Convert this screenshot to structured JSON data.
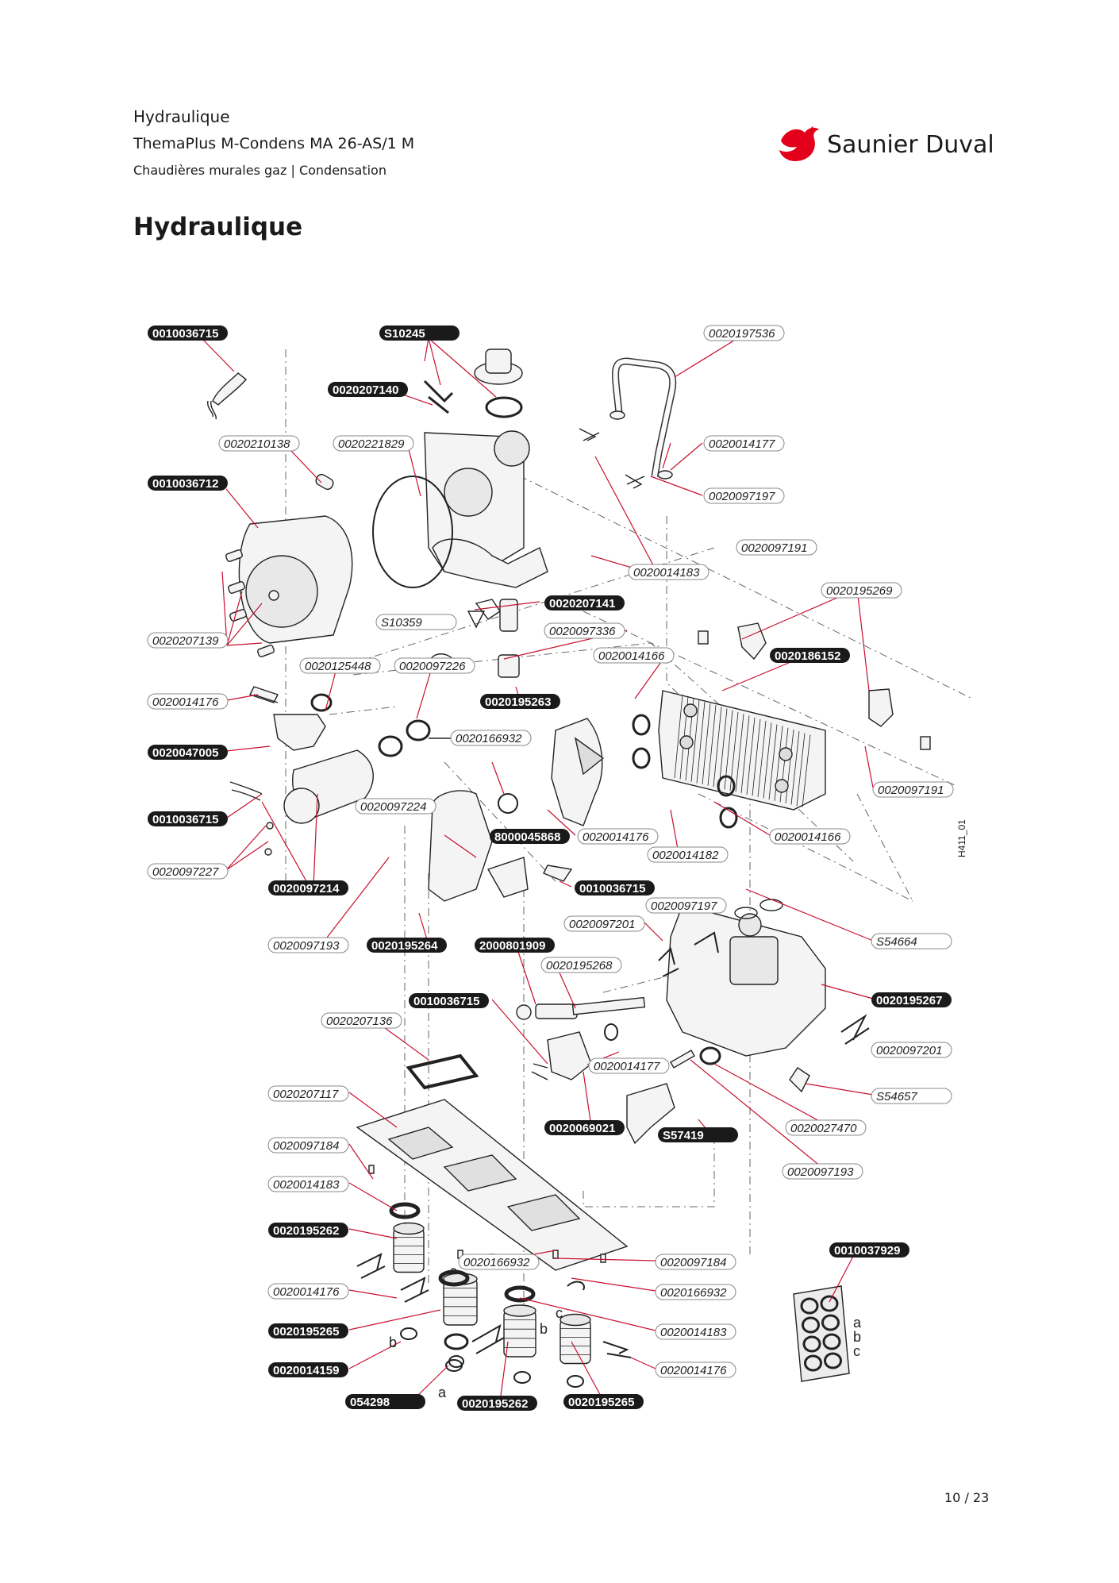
{
  "header": {
    "line1": "Hydraulique",
    "line2": "ThemaPlus M-Condens MA 26-AS/1 M",
    "line3": "Chaudières murales gaz | Condensation"
  },
  "brand": {
    "name": "Saunier Duval",
    "color": "#e2001a"
  },
  "heading": "Hydraulique",
  "figure_code": "H411_01",
  "page_number": "10 / 23",
  "colors": {
    "leader": "#c8102e",
    "label_dark": "#1a1a1a",
    "label_light_border": "#888888"
  },
  "part_labels": [
    {
      "text": "0010036715",
      "style": "dark"
    },
    {
      "text": "S10245",
      "style": "dark"
    },
    {
      "text": "0020197536",
      "style": "light"
    },
    {
      "text": "0020207140",
      "style": "dark"
    },
    {
      "text": "0020210138",
      "style": "light"
    },
    {
      "text": "0020221829",
      "style": "light"
    },
    {
      "text": "0020014177",
      "style": "light"
    },
    {
      "text": "0010036712",
      "style": "dark"
    },
    {
      "text": "0020097197",
      "style": "light"
    },
    {
      "text": "0020097191",
      "style": "light"
    },
    {
      "text": "0020014183",
      "style": "light"
    },
    {
      "text": "0020195269",
      "style": "light"
    },
    {
      "text": "0020207141",
      "style": "dark"
    },
    {
      "text": "S10359",
      "style": "light"
    },
    {
      "text": "0020097336",
      "style": "light"
    },
    {
      "text": "0020207139",
      "style": "light"
    },
    {
      "text": "0020014166",
      "style": "light"
    },
    {
      "text": "0020186152",
      "style": "dark"
    },
    {
      "text": "0020125448",
      "style": "light"
    },
    {
      "text": "0020097226",
      "style": "light"
    },
    {
      "text": "0020014176",
      "style": "light"
    },
    {
      "text": "0020195263",
      "style": "dark"
    },
    {
      "text": "0020166932",
      "style": "light"
    },
    {
      "text": "0020047005",
      "style": "dark"
    },
    {
      "text": "0020097191",
      "style": "light"
    },
    {
      "text": "0020097224",
      "style": "light"
    },
    {
      "text": "0010036715",
      "style": "dark"
    },
    {
      "text": "8000045868",
      "style": "dark"
    },
    {
      "text": "0020014176",
      "style": "light"
    },
    {
      "text": "0020014166",
      "style": "light"
    },
    {
      "text": "0020014182",
      "style": "light"
    },
    {
      "text": "0020097227",
      "style": "light"
    },
    {
      "text": "0020097214",
      "style": "dark"
    },
    {
      "text": "0010036715",
      "style": "dark"
    },
    {
      "text": "0020097197",
      "style": "light"
    },
    {
      "text": "0020097201",
      "style": "light"
    },
    {
      "text": "S54664",
      "style": "light"
    },
    {
      "text": "0020097193",
      "style": "light"
    },
    {
      "text": "0020195264",
      "style": "dark"
    },
    {
      "text": "2000801909",
      "style": "dark"
    },
    {
      "text": "0020195268",
      "style": "light"
    },
    {
      "text": "0010036715",
      "style": "dark"
    },
    {
      "text": "0020195267",
      "style": "dark"
    },
    {
      "text": "0020207136",
      "style": "light"
    },
    {
      "text": "0020097201",
      "style": "light"
    },
    {
      "text": "0020014177",
      "style": "light"
    },
    {
      "text": "0020207117",
      "style": "light"
    },
    {
      "text": "S54657",
      "style": "light"
    },
    {
      "text": "0020069021",
      "style": "dark"
    },
    {
      "text": "S57419",
      "style": "dark"
    },
    {
      "text": "0020027470",
      "style": "light"
    },
    {
      "text": "0020097184",
      "style": "light"
    },
    {
      "text": "0020097193",
      "style": "light"
    },
    {
      "text": "0020014183",
      "style": "light"
    },
    {
      "text": "0020195262",
      "style": "dark"
    },
    {
      "text": "0010037929",
      "style": "dark"
    },
    {
      "text": "0020166932",
      "style": "light"
    },
    {
      "text": "0020097184",
      "style": "light"
    },
    {
      "text": "0020014176",
      "style": "light"
    },
    {
      "text": "0020166932",
      "style": "light"
    },
    {
      "text": "0020195265",
      "style": "dark"
    },
    {
      "text": "0020014183",
      "style": "light"
    },
    {
      "text": "0020014159",
      "style": "dark"
    },
    {
      "text": "0020014176",
      "style": "light"
    },
    {
      "text": "054298",
      "style": "dark"
    },
    {
      "text": "0020195262",
      "style": "dark"
    },
    {
      "text": "0020195265",
      "style": "dark"
    }
  ],
  "variant_letters": [
    "b",
    "a",
    "b",
    "c",
    "a",
    "b",
    "c"
  ]
}
